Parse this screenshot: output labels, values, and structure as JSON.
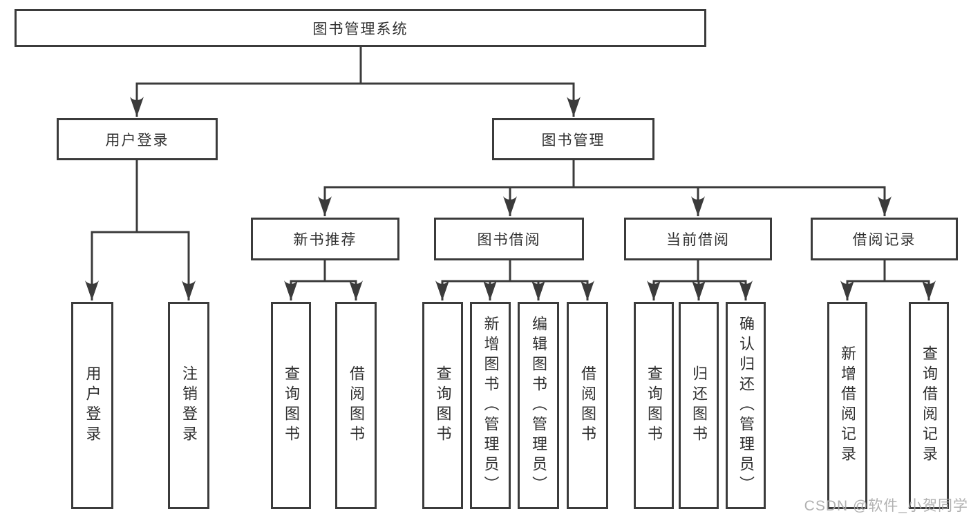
{
  "diagram": {
    "watermark": "CSDN @软件_小贺同学",
    "colors": {
      "line": "#3b3b3b",
      "text": "#2f2f2f",
      "watermark": "#a8a8a8"
    },
    "tree": {
      "label": "图书管理系统",
      "children": [
        {
          "label": "用户登录",
          "children": [
            {
              "label": "用户登录"
            },
            {
              "label": "注销登录"
            }
          ]
        },
        {
          "label": "图书管理",
          "children": [
            {
              "label": "新书推荐",
              "children": [
                {
                  "label": "查询图书"
                },
                {
                  "label": "借阅图书"
                }
              ]
            },
            {
              "label": "图书借阅",
              "children": [
                {
                  "label": "查询图书"
                },
                {
                  "label": "新增图书（管理员）"
                },
                {
                  "label": "编辑图书（管理员）"
                },
                {
                  "label": "借阅图书"
                }
              ]
            },
            {
              "label": "当前借阅",
              "children": [
                {
                  "label": "查询图书"
                },
                {
                  "label": "归还图书"
                },
                {
                  "label": "确认归还（管理员）"
                }
              ]
            },
            {
              "label": "借阅记录",
              "children": [
                {
                  "label": "新增借阅记录"
                },
                {
                  "label": "查询借阅记录"
                }
              ]
            }
          ]
        }
      ]
    }
  }
}
